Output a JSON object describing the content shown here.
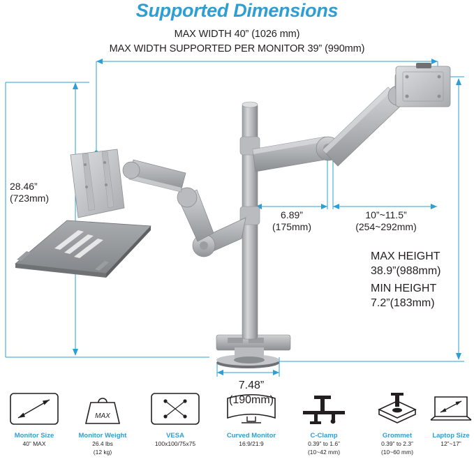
{
  "title": "Supported Dimensions",
  "header": {
    "line1": "MAX WIDTH 40” (1026 mm)",
    "line2": "MAX WIDTH SUPPORTED PER MONITOR 39” (990mm)"
  },
  "labels": {
    "height_left_1": "28.46”",
    "height_left_2": "(723mm)",
    "arm_inner_1": "6.89”",
    "arm_inner_2": "(175mm)",
    "arm_outer_1": "10”~11.5”",
    "arm_outer_2": "(254~292mm)",
    "max_height_1": "MAX HEIGHT",
    "max_height_2": "38.9”(988mm)",
    "min_height_1": "MIN HEIGHT",
    "min_height_2": "7.2”(183mm)",
    "base_1": "7.48”",
    "base_2": "(190mm)"
  },
  "colors": {
    "accent": "#2e9fd4",
    "text": "#231f20",
    "metal_light": "#d8d9db",
    "metal_mid": "#b5b7ba",
    "metal_dark": "#8e9194"
  },
  "icons": [
    {
      "name": "monitor-size-icon",
      "title": "Monitor Size",
      "sub": [
        "40” MAX"
      ]
    },
    {
      "name": "monitor-weight-icon",
      "title": "Monitor Weight",
      "sub": [
        "26.4 lbs",
        "(12 kg)"
      ]
    },
    {
      "name": "vesa-icon",
      "title": "VESA",
      "sub": [
        "100x100/75x75"
      ]
    },
    {
      "name": "curved-monitor-icon",
      "title": "Curved Monitor",
      "sub": [
        "16:9/21:9"
      ]
    },
    {
      "name": "c-clamp-icon",
      "title": "C-Clamp",
      "sub": [
        "0.39” to 1.6”",
        "(10~42 mm)"
      ]
    },
    {
      "name": "grommet-icon",
      "title": "Grommet",
      "sub": [
        "0.39” to 2.3”",
        "(10~60 mm)"
      ]
    },
    {
      "name": "laptop-size-icon",
      "title": "Laptop Size",
      "sub": [
        "12”~17”"
      ]
    }
  ]
}
